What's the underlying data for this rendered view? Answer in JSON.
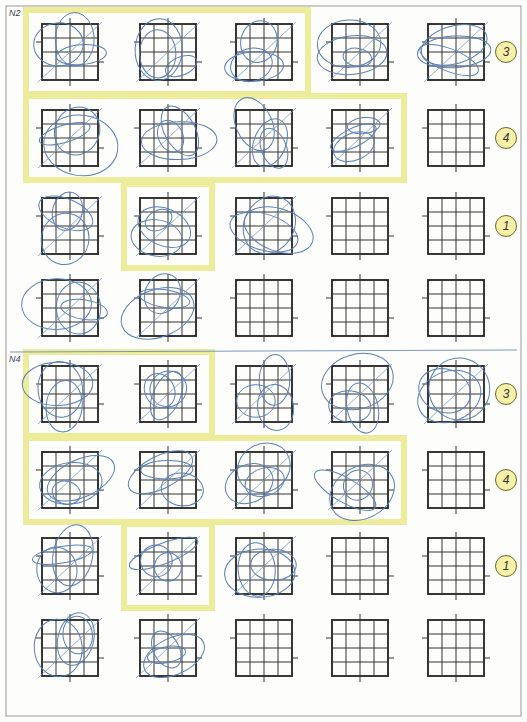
{
  "diagram": {
    "nodes": [
      {
        "text": [
          "3"
        ]
      },
      {
        "text": [
          "4"
        ]
      },
      {
        "text": [
          "1"
        ]
      },
      {
        "text": [
          "3"
        ]
      },
      {
        "text": [
          "4"
        ]
      },
      {
        "text": [
          "1"
        ]
      }
    ],
    "labels": [
      "N2",
      "N4"
    ]
  }
}
